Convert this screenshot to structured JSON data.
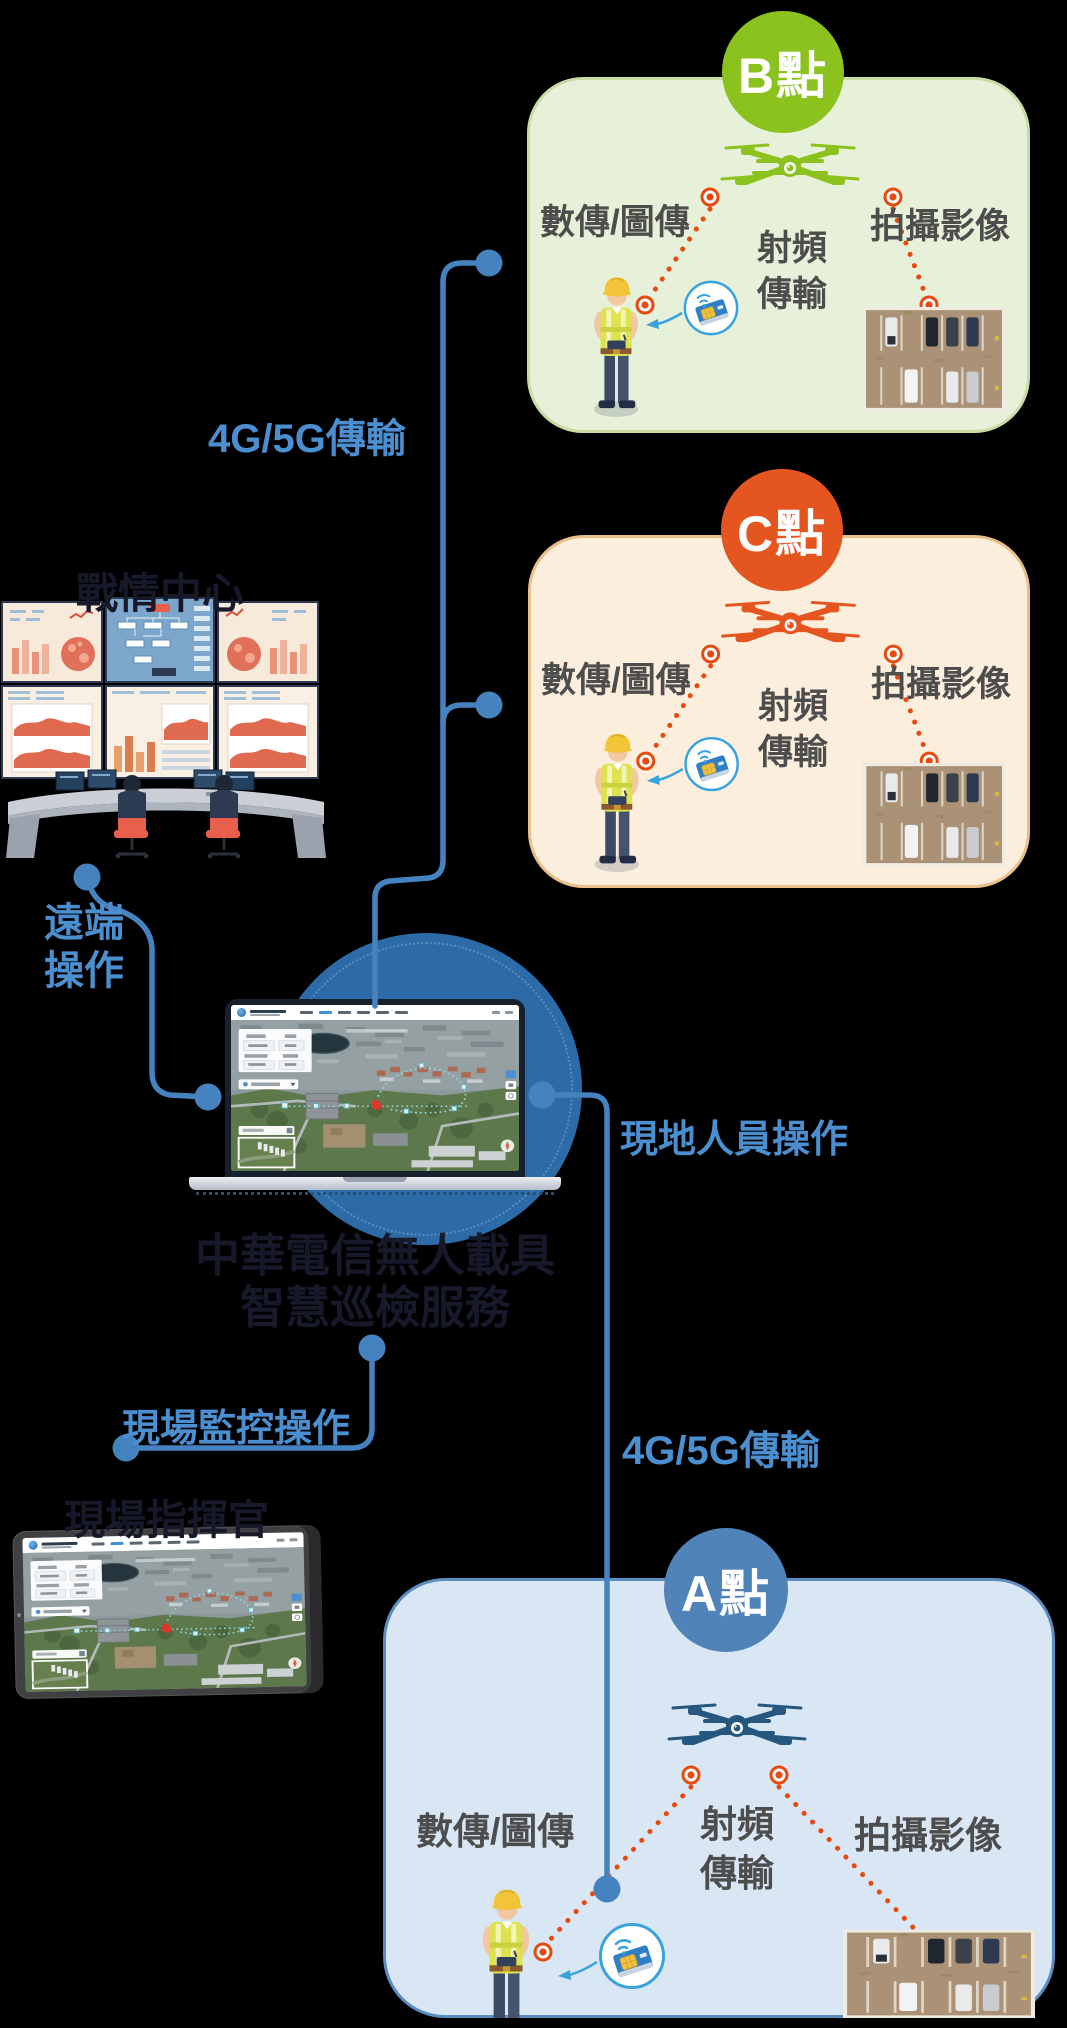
{
  "title_labels": {
    "command_center": "戰情中心",
    "remote_operation": [
      "遠端",
      "操作"
    ],
    "transmission_top": "4G/5G傳輸",
    "transmission_bottom": "4G/5G傳輸",
    "onsite_personnel_operation": "現地人員操作",
    "onsite_monitoring_operation": "現場監控操作",
    "field_commander": "現場指揮官",
    "service_name_line1": "中華電信無人載具",
    "service_name_line2": "智慧巡檢服務"
  },
  "sites": [
    {
      "id": "B",
      "badge": "B點",
      "labels": {
        "data_link": "數傳/圖傳",
        "rf_line1": "射頻",
        "rf_line2": "傳輸",
        "photo": "拍攝影像"
      },
      "colors": {
        "accent": "#8CC21E",
        "fill": "#E7F0D9",
        "border": "#C9DCA4"
      }
    },
    {
      "id": "C",
      "badge": "C點",
      "labels": {
        "data_link": "數傳/圖傳",
        "rf_line1": "射頻",
        "rf_line2": "傳輸",
        "photo": "拍攝影像"
      },
      "colors": {
        "accent": "#E4551F",
        "fill": "#FBEEDC",
        "border": "#EABF8B"
      }
    },
    {
      "id": "A",
      "badge": "A點",
      "labels": {
        "data_link": "數傳/圖傳",
        "rf_line1": "射頻",
        "rf_line2": "傳輸",
        "photo": "拍攝影像"
      },
      "colors": {
        "accent": "#5083B8",
        "fill": "#D9E7F4",
        "border": "#5B8DC0",
        "drone": "#25577F"
      }
    }
  ],
  "icons": {
    "drone": "drone-icon",
    "sim_card": "sim-card-icon",
    "worker": "field-worker-figure",
    "parking": "parking-lot-photo",
    "control_room": "control-room-illustration",
    "laptop": "laptop-map-app",
    "tablet": "tablet-map-app"
  },
  "colors": {
    "background": "#000000",
    "connector_blue": "#4583C0",
    "label_blue": "#4C8FD0",
    "dark_text": "#17182A",
    "dotted_red": "#E8490F",
    "laptop_circle": "#2C6BA8"
  }
}
